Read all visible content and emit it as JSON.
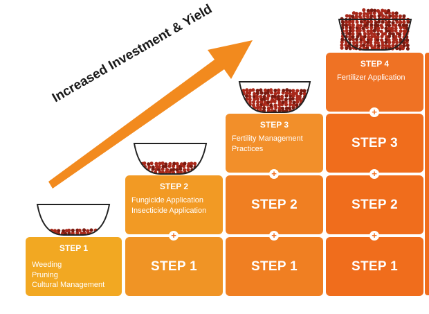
{
  "arrow": {
    "label": "Increased Investment & Yield",
    "color": "#f28a1e"
  },
  "columns": [
    {
      "step_label": "STEP 1",
      "details": [
        "Weeding",
        "Pruning",
        "Cultural Management"
      ],
      "color": "#f2a822"
    },
    {
      "step_label": "STEP 2",
      "details": [
        "Fungicide Application",
        "Insecticide Application"
      ],
      "color": "#f29a24",
      "stack": [
        "STEP 1"
      ],
      "stack_color": "#f09425"
    },
    {
      "step_label": "STEP 3",
      "details": [
        "Fertility Management",
        "Practices"
      ],
      "color": "#f28f2a",
      "stack": [
        "STEP 2",
        "STEP 1"
      ],
      "stack_color": "#f07f22"
    },
    {
      "step_label": "STEP 4",
      "details": [
        "Fertilizer Application"
      ],
      "color": "#ef7224",
      "stack": [
        "STEP 3",
        "STEP 2",
        "STEP 1"
      ],
      "stack_color": "#f06d1c"
    }
  ],
  "colors": {
    "bowl_outline": "#222222",
    "bean": "#a8281a",
    "bean_dark": "#7a1a10"
  }
}
